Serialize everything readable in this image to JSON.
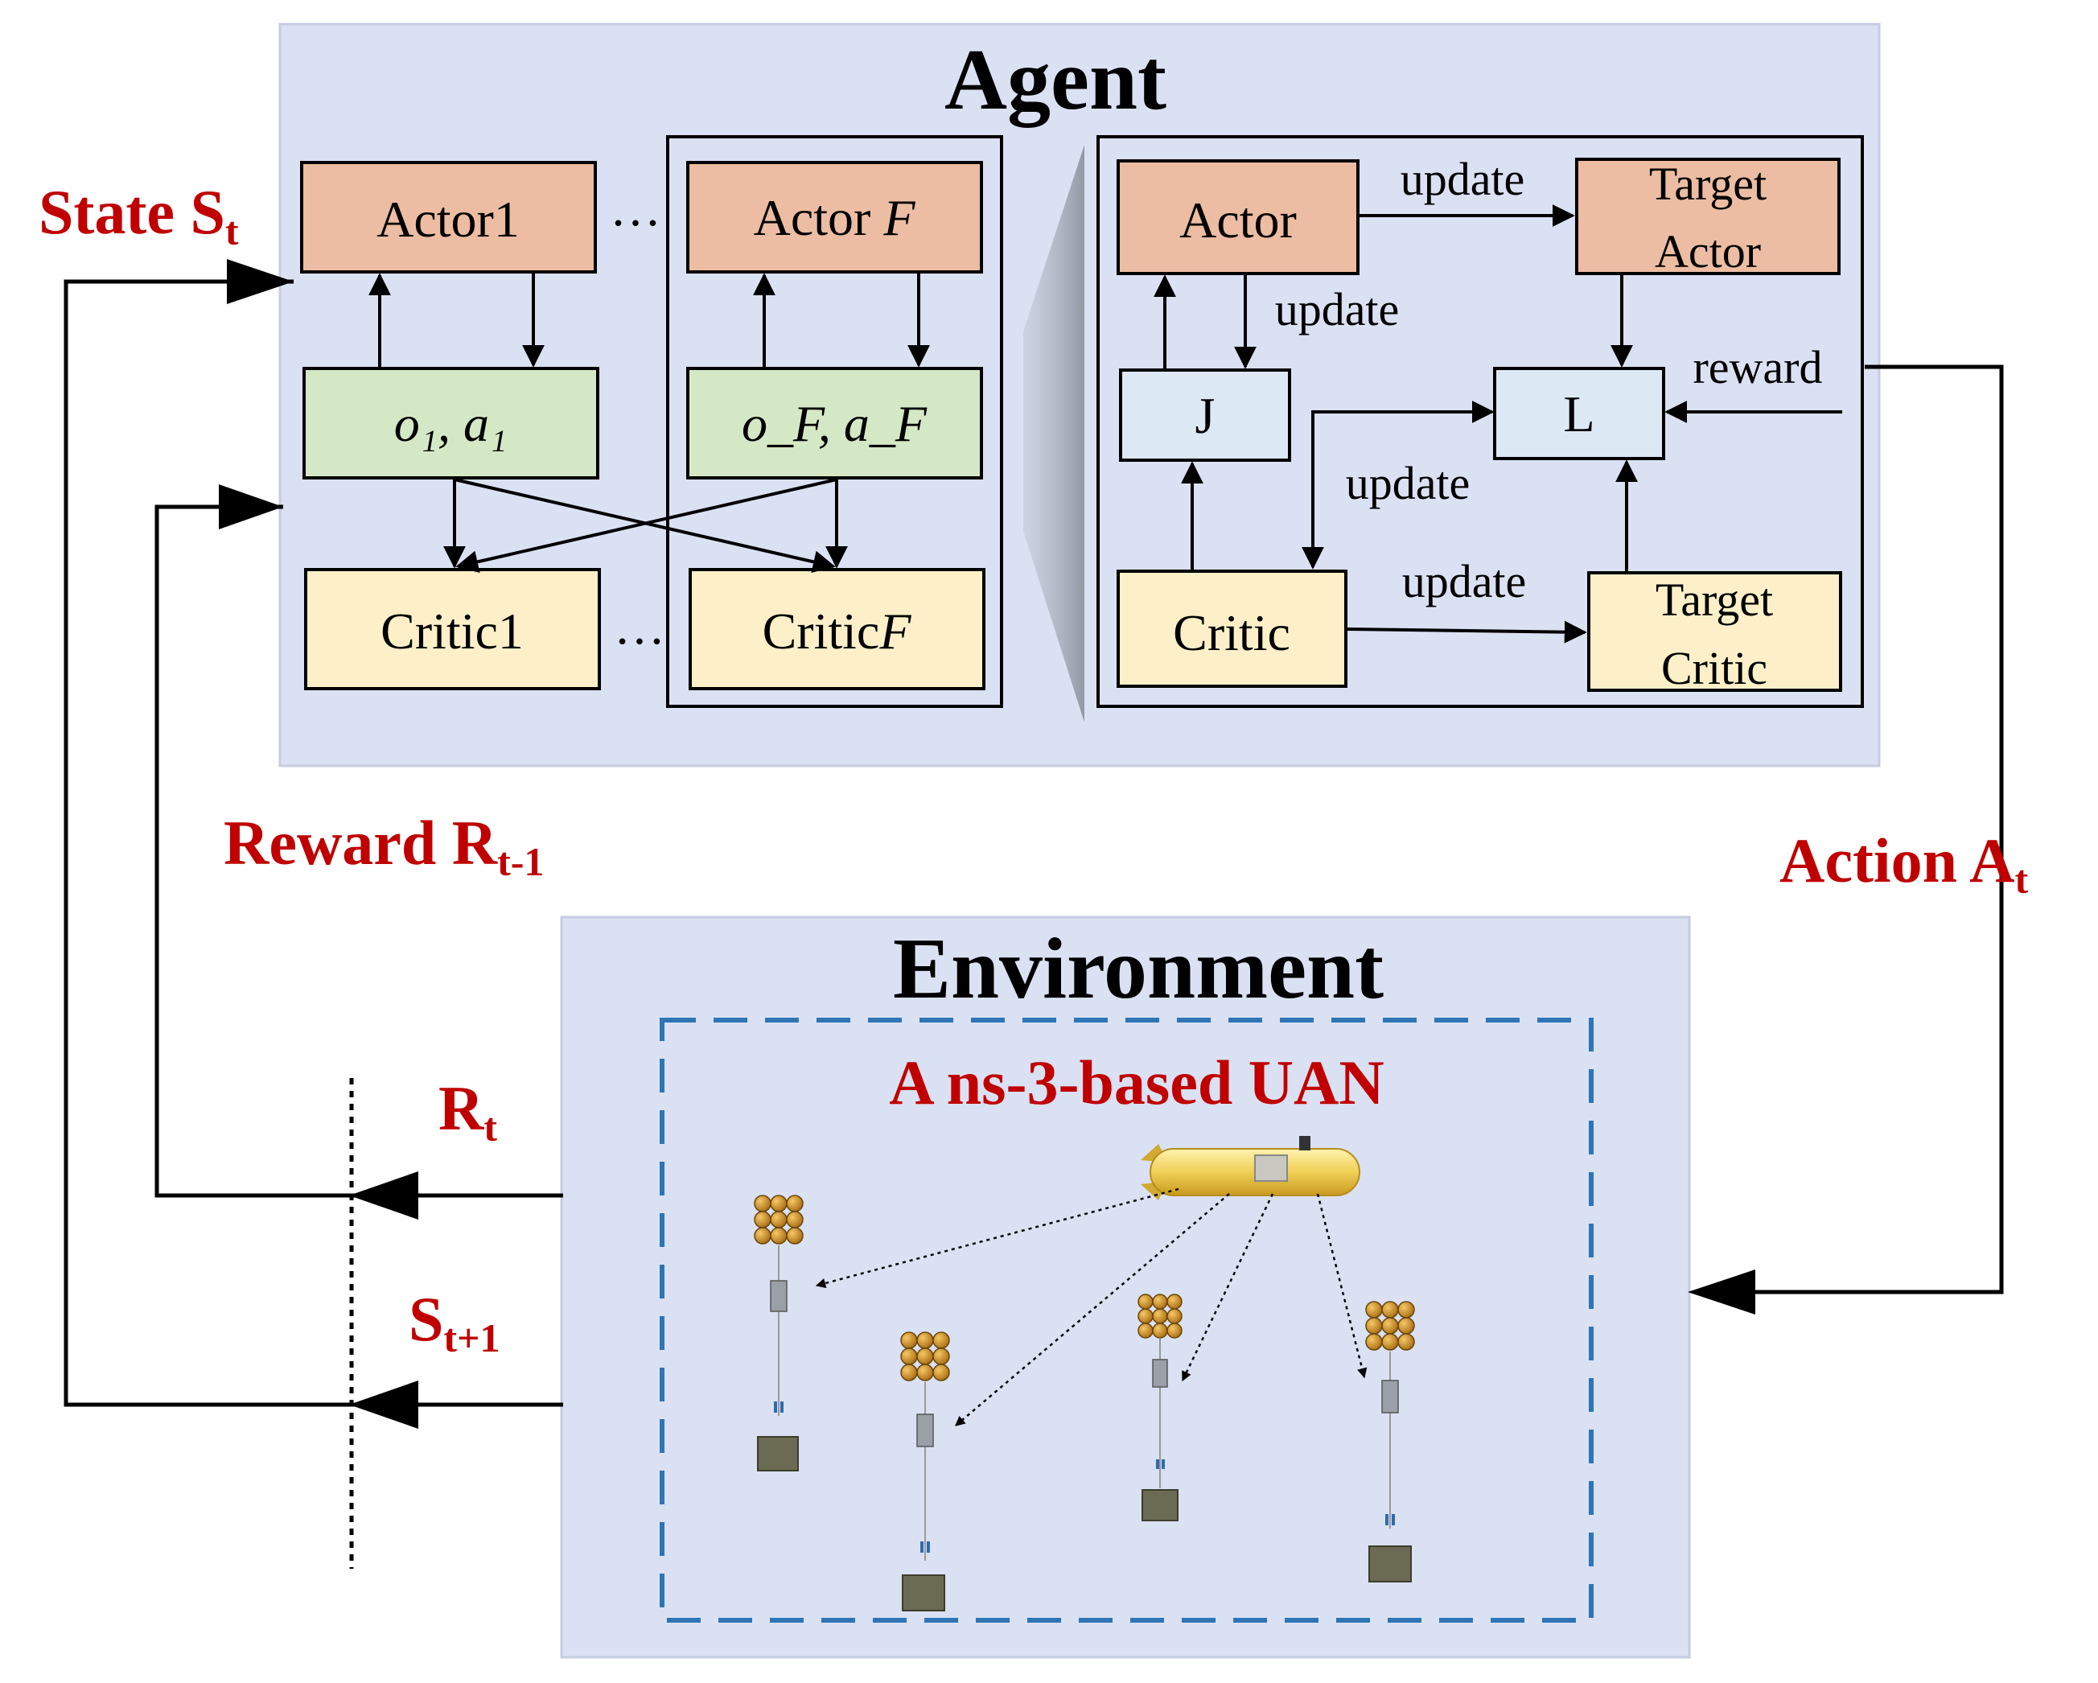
{
  "agent": {
    "title": "Agent",
    "left": {
      "actor1": "Actor1",
      "actorF_prefix": "Actor ",
      "actorF_var": "F",
      "ellipsis_top": "…",
      "ellipsis_bottom": "…",
      "obs1": "o₁, a₁",
      "obsF": "o_F, a_F",
      "critic1": "Critic1",
      "criticF_prefix": "Critic",
      "criticF_var": "F"
    },
    "right": {
      "actor": "Actor",
      "target_actor_line1": "Target",
      "target_actor_line2": "Actor",
      "J": "J",
      "L": "L",
      "critic": "Critic",
      "target_critic_line1": "Target",
      "target_critic_line2": "Critic",
      "update_actor_target": "update",
      "update_actor_J": "update",
      "update_critic_L": "update",
      "update_critic_target": "update",
      "reward": "reward"
    }
  },
  "loop": {
    "state_label": "State S",
    "state_sub": "t",
    "reward_label": "Reward R",
    "reward_sub": "t-1",
    "action_label": "Action A",
    "action_sub": "t",
    "rt_label": "R",
    "rt_sub": "t",
    "st1_label": "S",
    "st1_sub": "t+1"
  },
  "environment": {
    "title": "Environment",
    "network_label": "A ns-3-based UAN"
  },
  "colors": {
    "panel_bg": "#dae1f2",
    "panel_border": "#c5cde0",
    "actor_fill": "#ecbda2",
    "obs_fill": "#d5e8c6",
    "critic_fill": "#fdf0c8",
    "jl_fill": "#dde8f5",
    "label_red": "#c00000",
    "dash_blue": "#2e75b6"
  }
}
